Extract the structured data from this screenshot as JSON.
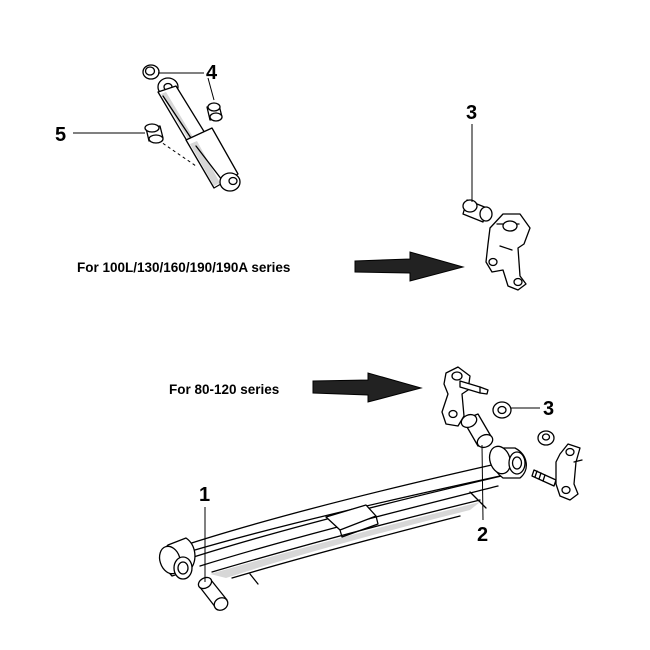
{
  "callouts": {
    "c1": "1",
    "c2": "2",
    "c3_upper": "3",
    "c3_lower": "3",
    "c4": "4",
    "c5": "5"
  },
  "notes": {
    "upper": "For 100L/130/160/190/190A series",
    "lower": "For 80-120 series"
  },
  "icons": {
    "arrow": "thick-arrow-right-icon"
  }
}
